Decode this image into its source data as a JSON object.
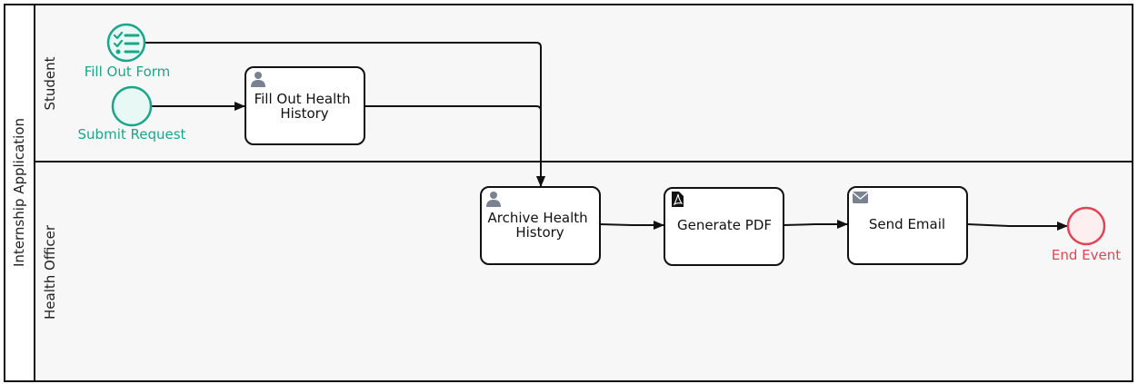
{
  "pool": {
    "label": "Internship Application"
  },
  "lanes": [
    {
      "id": "student",
      "label": "Student"
    },
    {
      "id": "health-officer",
      "label": "Health Officer"
    }
  ],
  "events": {
    "fill_out_form": {
      "label": "Fill Out Form",
      "icon": "checklist-icon"
    },
    "submit_request": {
      "label": "Submit Request"
    },
    "end_event": {
      "label": "End Event"
    }
  },
  "tasks": {
    "fill_out_health_history": {
      "lines": [
        "Fill Out Health",
        "History"
      ],
      "icon": "user-icon"
    },
    "archive_health_history": {
      "lines": [
        "Archive Health",
        "History"
      ],
      "icon": "user-icon"
    },
    "generate_pdf": {
      "lines": [
        "Generate PDF"
      ],
      "icon": "pdf-icon"
    },
    "send_email": {
      "lines": [
        "Send Email"
      ],
      "icon": "envelope-icon"
    }
  },
  "colors": {
    "start_event": "#1aa68a",
    "start_event_fill": "#e8f8f4",
    "end_event": "#e04555",
    "end_event_fill": "#fdeef0",
    "lane_fill": "#f7f7f7",
    "task_icon": "#7a8290"
  }
}
